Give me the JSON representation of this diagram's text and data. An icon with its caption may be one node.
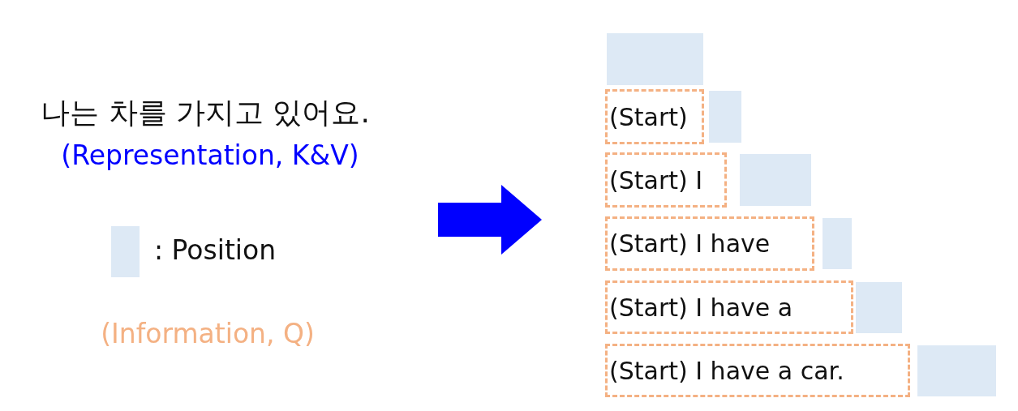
{
  "diagram": {
    "nodes": [
      {
        "text": [],
        "shape": "box"
      },
      {
        "text": [
          "(Start)"
        ]
      },
      {
        "text": [],
        "shape": "box"
      },
      {
        "text": [
          "(Start) I"
        ]
      },
      {
        "text": [],
        "shape": "box"
      },
      {
        "text": [
          "(Start) I have"
        ]
      },
      {
        "text": [],
        "shape": "box"
      },
      {
        "text": [
          "(Start) I have a"
        ]
      },
      {
        "text": [],
        "shape": "box"
      },
      {
        "text": [
          "(Start) I have a car."
        ]
      },
      {
        "text": [],
        "shape": "box"
      }
    ],
    "labels": [
      "나는 차를 가지고 있어요.",
      "(Representation, K&V)",
      "(Information, Q)"
    ],
    "legend": [
      {
        "text": ": Position",
        "color": "#dde9f5"
      }
    ]
  }
}
